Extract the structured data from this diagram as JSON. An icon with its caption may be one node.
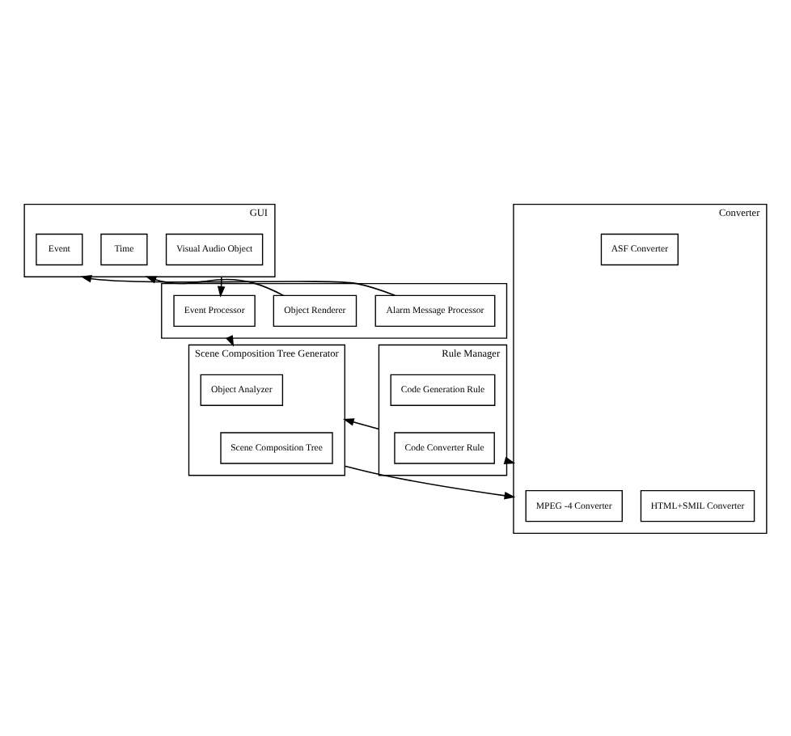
{
  "diagram": {
    "nodes": [
      {
        "text": [
          "GUI"
        ]
      },
      {
        "text": [
          "Visual Audio Object"
        ],
        "in": 0
      },
      {
        "text": [
          "Time"
        ],
        "in": 0
      },
      {
        "text": [
          "Event"
        ],
        "in": 0
      },
      {
        "text": [],
        "shape": "box"
      },
      {
        "text": [
          "Event Processor"
        ],
        "in": 4
      },
      {
        "text": [
          "Object Renderer"
        ],
        "in": 4
      },
      {
        "text": [
          "Alarm Message Processor"
        ],
        "in": 4
      },
      {
        "text": [
          "Scene Composition Tree Generator"
        ]
      },
      {
        "text": [
          "Object Analyzer"
        ],
        "in": 8
      },
      {
        "text": [
          "Scene Composition Tree"
        ],
        "in": 8
      },
      {
        "text": [
          "Rule Manager"
        ]
      },
      {
        "text": [
          "Code Generation Rule"
        ],
        "in": 11
      },
      {
        "text": [
          "Code Converter Rule"
        ],
        "in": 11
      },
      {
        "text": [
          "Converter"
        ]
      },
      {
        "text": [
          "ASF Converter"
        ],
        "in": 14
      },
      {
        "text": [
          "MPEG -4 Converter"
        ],
        "in": 14
      },
      {
        "text": [
          "HTML+SMIL Converter"
        ],
        "in": 14
      }
    ],
    "edges": [
      {
        "from": 0,
        "to": 5,
        "arrow": "to"
      },
      {
        "from": 6,
        "to": 0,
        "arrow": "to"
      },
      {
        "from": 7,
        "to": 0,
        "arrow": "to"
      },
      {
        "from": 4,
        "to": 8,
        "arrow": "to"
      },
      {
        "from": 11,
        "to": 8,
        "arrow": "to"
      },
      {
        "from": 8,
        "to": 14,
        "arrow": "to"
      },
      {
        "from": 11,
        "to": 14,
        "arrow": "to"
      }
    ]
  }
}
